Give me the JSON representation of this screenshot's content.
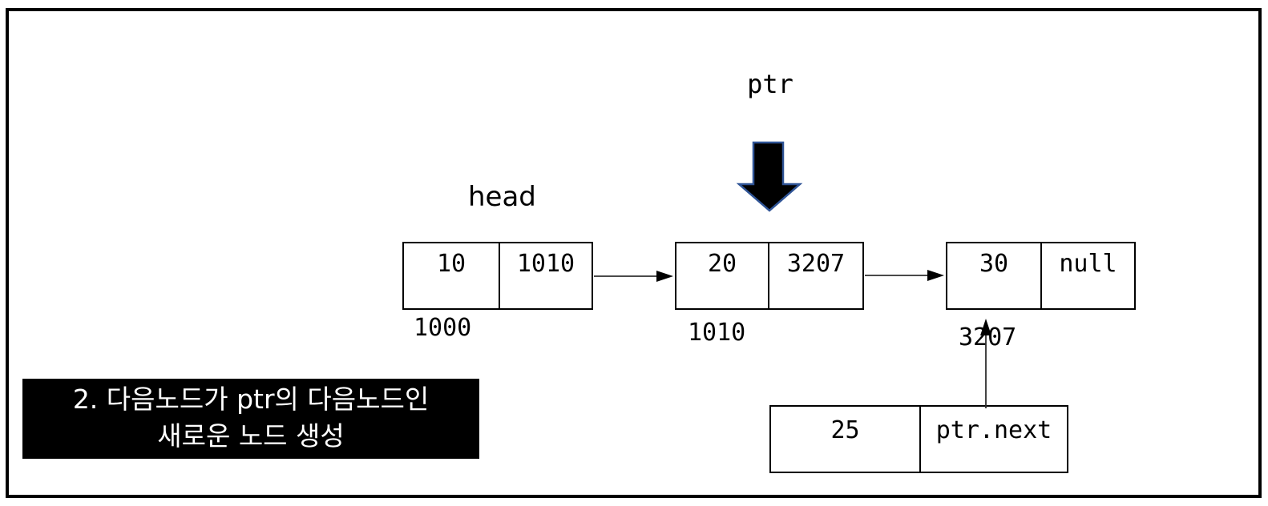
{
  "pointer": {
    "label": "ptr"
  },
  "head": {
    "label": "head"
  },
  "list": {
    "nodes": [
      {
        "value": "10",
        "next": "1010",
        "address": "1000"
      },
      {
        "value": "20",
        "next": "3207",
        "address": "1010"
      },
      {
        "value": "30",
        "next": "null",
        "address": "3207"
      }
    ]
  },
  "new_node": {
    "value": "25",
    "next": "ptr.next"
  },
  "caption": {
    "lines": [
      "2. 다음노드가 ptr의 다음노드인",
      "새로운 노드 생성"
    ]
  },
  "colors": {
    "highlight_text": "#ED7D31",
    "block_arrow_fill": "#000000",
    "block_arrow_border": "#2F5496",
    "link_arrow": "#303030",
    "caption_bg": "#000000",
    "caption_fg": "#FFFFFF"
  }
}
